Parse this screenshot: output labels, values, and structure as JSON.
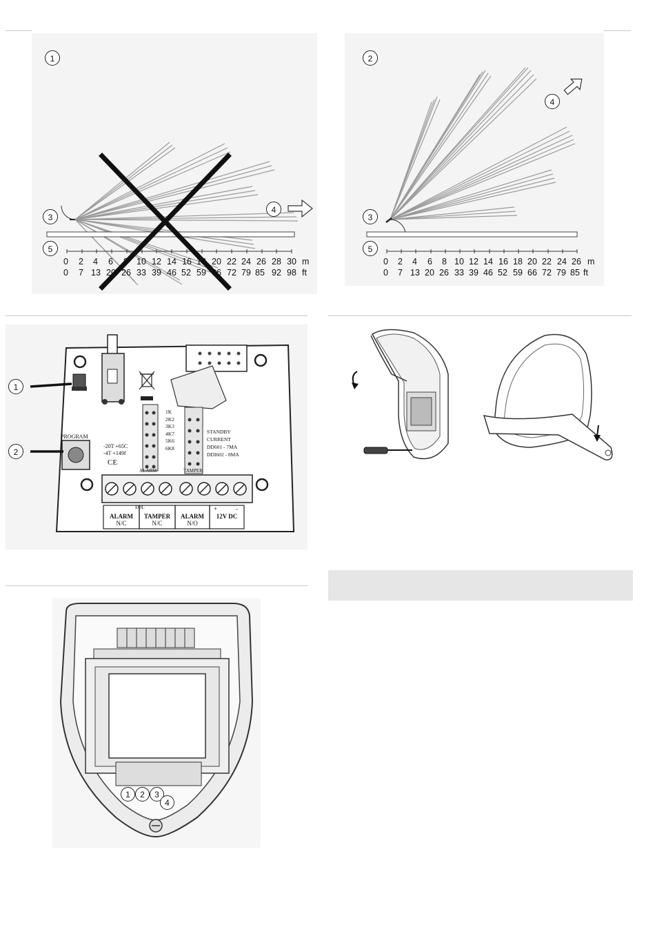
{
  "fig_range_wrong": {
    "callouts": [
      "1",
      "3",
      "4",
      "5"
    ],
    "m_ticks": [
      "0",
      "2",
      "4",
      "6",
      "8",
      "10",
      "12",
      "14",
      "16",
      "18",
      "20",
      "22",
      "24",
      "26",
      "28",
      "30"
    ],
    "m_unit": "m",
    "ft_ticks": [
      "0",
      "7",
      "13",
      "20",
      "26",
      "33",
      "39",
      "46",
      "52",
      "59",
      "66",
      "72",
      "79",
      "85",
      "92",
      "98"
    ],
    "ft_unit": "ft"
  },
  "fig_range_right": {
    "callouts": [
      "2",
      "3",
      "4",
      "5"
    ],
    "m_ticks": [
      "0",
      "2",
      "4",
      "6",
      "8",
      "10",
      "12",
      "14",
      "16",
      "18",
      "20",
      "22",
      "24",
      "26"
    ],
    "m_unit": "m",
    "ft_ticks": [
      "0",
      "7",
      "13",
      "20",
      "26",
      "33",
      "39",
      "46",
      "52",
      "59",
      "66",
      "72",
      "79",
      "85"
    ],
    "ft_unit": "ft"
  },
  "fig_board": {
    "callouts": [
      "1",
      "2"
    ],
    "program_label": "PROGRAM",
    "temp_c": "-20T +65C",
    "temp_f": "-4T +149f",
    "ce_mark": "CE",
    "eol_values": [
      "1K",
      "2K2",
      "3K3",
      "4K7",
      "5K6",
      "6K8"
    ],
    "alarm_jumper": "ALARM",
    "tamper_jumper": "TAMPER",
    "standby_1": "STANDBY",
    "standby_2": "CURRENT",
    "ddi601": "DD601 - 7MA",
    "ddi602": "DDI602 - 8MA",
    "eol_label": "EOL",
    "terminals": [
      {
        "l1": "ALARM",
        "l2": "N/C"
      },
      {
        "l1": "TAMPER",
        "l2": "N/C"
      },
      {
        "l1": "ALARM",
        "l2": "N/O"
      },
      {
        "l1": "12V DC",
        "l2": ""
      }
    ],
    "plus": "+",
    "minus": "-"
  },
  "fig_detector": {
    "callouts": [
      "1",
      "2",
      "3",
      "4"
    ]
  }
}
